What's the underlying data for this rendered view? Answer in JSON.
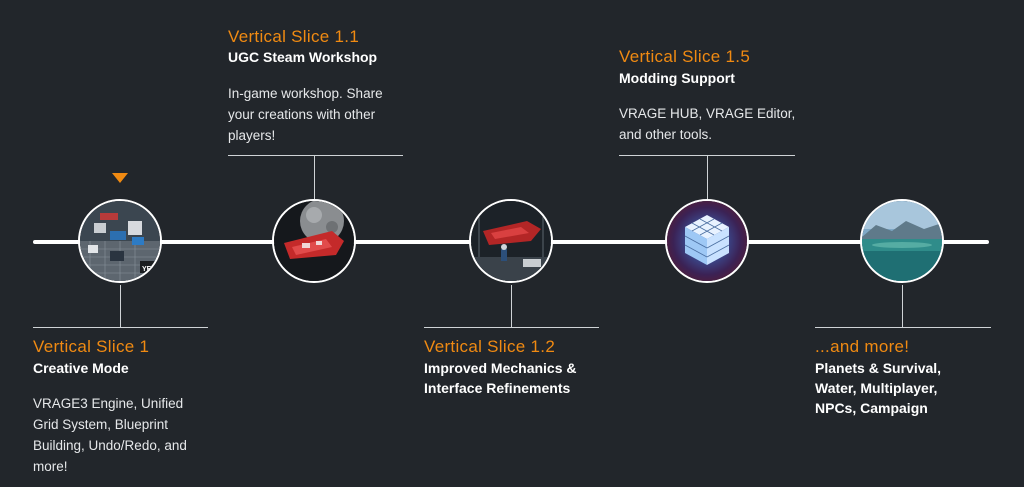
{
  "milestones": [
    {
      "title": "Vertical Slice 1",
      "subtitle": "Creative Mode",
      "description": "VRAGE3 Engine, Unified\nGrid System, Blueprint\nBuilding, Undo/Redo, and\nmore!",
      "image_text": "YEL"
    },
    {
      "title": "Vertical Slice 1.1",
      "subtitle": "UGC Steam Workshop",
      "description": "In-game workshop. Share\nyour creations with other\nplayers!"
    },
    {
      "title": "Vertical Slice 1.2",
      "subtitle": "Improved Mechanics &\nInterface Refinements"
    },
    {
      "title": "Vertical Slice 1.5",
      "subtitle": "Modding Support",
      "description": "VRAGE HUB, VRAGE Editor,\nand other tools."
    },
    {
      "title": "...and more!",
      "subtitle": "Planets & Survival,\nWater, Multiplayer,\nNPCs, Campaign"
    }
  ],
  "colors": {
    "background": "#22262b",
    "accent": "#f08a12",
    "line": "#ffffff",
    "connector": "#cfd3d6"
  },
  "icons": {
    "current_marker": "triangle-down-icon"
  }
}
